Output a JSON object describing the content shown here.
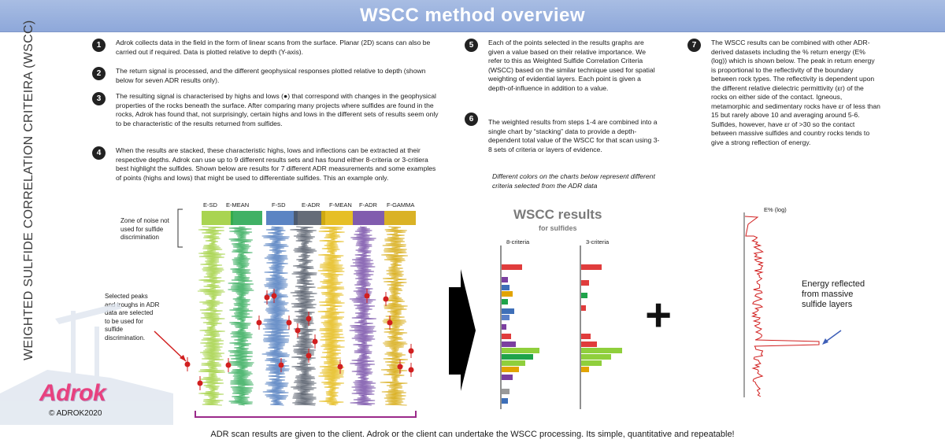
{
  "title": "WSCC method overview",
  "side_title": "WEIGHTED SULFIDE CORRELATION CRITEIRA (WSCC)",
  "steps": [
    {
      "num": "1",
      "text": "Adrok collects data in the field in the form of linear scans from the surface. Planar (2D) scans can also be carried out if required. Data is plotted relative to depth (Y-axis)."
    },
    {
      "num": "2",
      "text": "The return signal is processed, and the different geophysical responses plotted relative to depth (shown below for seven ADR results only)."
    },
    {
      "num": "3",
      "text": "The resulting signal is characterised by highs and lows (●) that correspond with changes in the geophysical properties of the rocks beneath the surface. After comparing many projects where sulfides are found in the rocks, Adrok has found that, not surprisingly, certain highs and lows in the different sets of results seem only to be characteristic of the results returned from sulfides."
    },
    {
      "num": "4",
      "text": "When the results are stacked, these characteristic highs, lows and inflections can be extracted at their respective depths. Adrok can use up to 9 different results sets and has found either 8-criteria or 3-critiera best highlight the sulfides. Shown below are results for 7 different ADR measurements and some examples of points (highs and lows) that might be used to differentiate sulfides. This an example only."
    },
    {
      "num": "5",
      "text": "Each of the points selected in the results graphs are given a value based on their relative importance. We refer to this as Weighted Sulfide Correlation Criteria (WSCC) based on the similar technique used for spatial weighting of evidential layers. Each point is given a depth-of-influence in addition to a value."
    },
    {
      "num": "6",
      "text": "The weighted results from steps 1-4 are combined into a single chart by “stacking” data to provide a depth-dependent total value of the WSCC for that scan using 3-8 sets of criteria or layers of evidence."
    },
    {
      "num": "7",
      "text": "The WSCC results can be combined with other ADR-derived datasets including the % return energy (E% (log)) which is shown below. The peak in return energy is proportional to the reflectivity of the boundary between rock types. The reflectivity is dependent upon the different relative dielectric permittivity (εr) of the rocks on either side of the contact. Igneous, metamorphic and sedimentary rocks have εr of less than 15 but rarely above 10 and averaging around 5-6. Sulfides, however, have εr of >30 so the contact between massive sulfides and country rocks tends to give a strong reflection of energy."
    }
  ],
  "italic_note": "Different colors on the charts below represent different criteria selected from the ADR data",
  "adr_chart": {
    "columns": [
      {
        "label": "E-SD",
        "color": "#9acd32"
      },
      {
        "label": "E-MEAN",
        "color": "#1fa34a"
      },
      {
        "label": "F-SD",
        "color": "#3e6fb8"
      },
      {
        "label": "E-ADR",
        "color": "#4a5260"
      },
      {
        "label": "F-MEAN",
        "color": "#e2b400"
      },
      {
        "label": "F-ADR",
        "color": "#6b3fa0"
      },
      {
        "label": "F-GAMMA",
        "color": "#d4a400"
      }
    ],
    "noise_label": "Zone of noise not used for sulfide discrimination",
    "peaks_label": "Selected peaks and troughs in ADR data are selected to be used for sulfide discrimination."
  },
  "wscc": {
    "title": "WSCC results",
    "subtitle": "for sulfides",
    "col1": "8-criteria",
    "col2": "3-criteria"
  },
  "plus": "+",
  "energy": {
    "axis_label": "E% (log)",
    "annotation": "Energy reflected from massive sulfide layers",
    "color": "#d11f1f"
  },
  "logo": "Adrok",
  "copyright": "© ADROK2020",
  "footer": "ADR scan results are given to the client. Adrok or the client can undertake the WSCC processing. Its simple, quantitative and repeatable!"
}
